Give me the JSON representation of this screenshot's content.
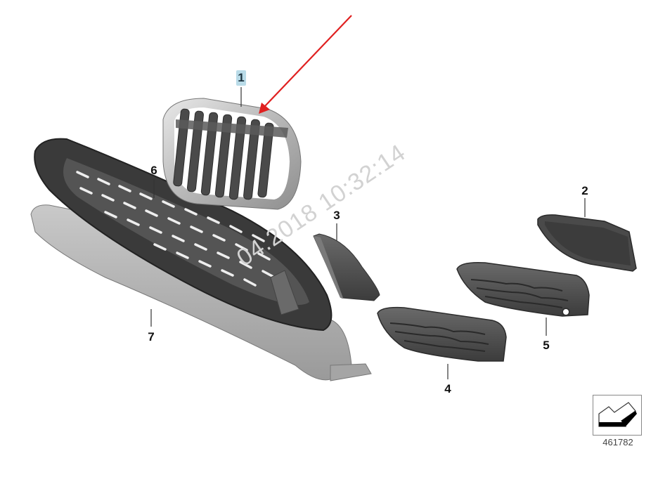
{
  "diagram": {
    "type": "exploded parts diagram",
    "subject": "Front bumper grilles / trim",
    "figure_number": "461782",
    "watermark": "04.2018 10:32:14",
    "highlighted_part": "1",
    "annotation_arrow_color": "#e02020",
    "callout_highlight_color": "#b9dbe8",
    "parts": [
      {
        "number": "1",
        "label": "1",
        "description": "Kidney grille (chrome surround, black slats)"
      },
      {
        "number": "2",
        "label": "2",
        "description": "Cover panel, right"
      },
      {
        "number": "3",
        "label": "3",
        "description": "Trim panel, triangular"
      },
      {
        "number": "4",
        "label": "4",
        "description": "Side grille, left"
      },
      {
        "number": "5",
        "label": "5",
        "description": "Side grille with sensor opening"
      },
      {
        "number": "6",
        "label": "6",
        "description": "Lower center grille"
      },
      {
        "number": "7",
        "label": "7",
        "description": "Trim strip, lower"
      }
    ]
  },
  "nav": {
    "icon": "back-arrow-icon"
  }
}
